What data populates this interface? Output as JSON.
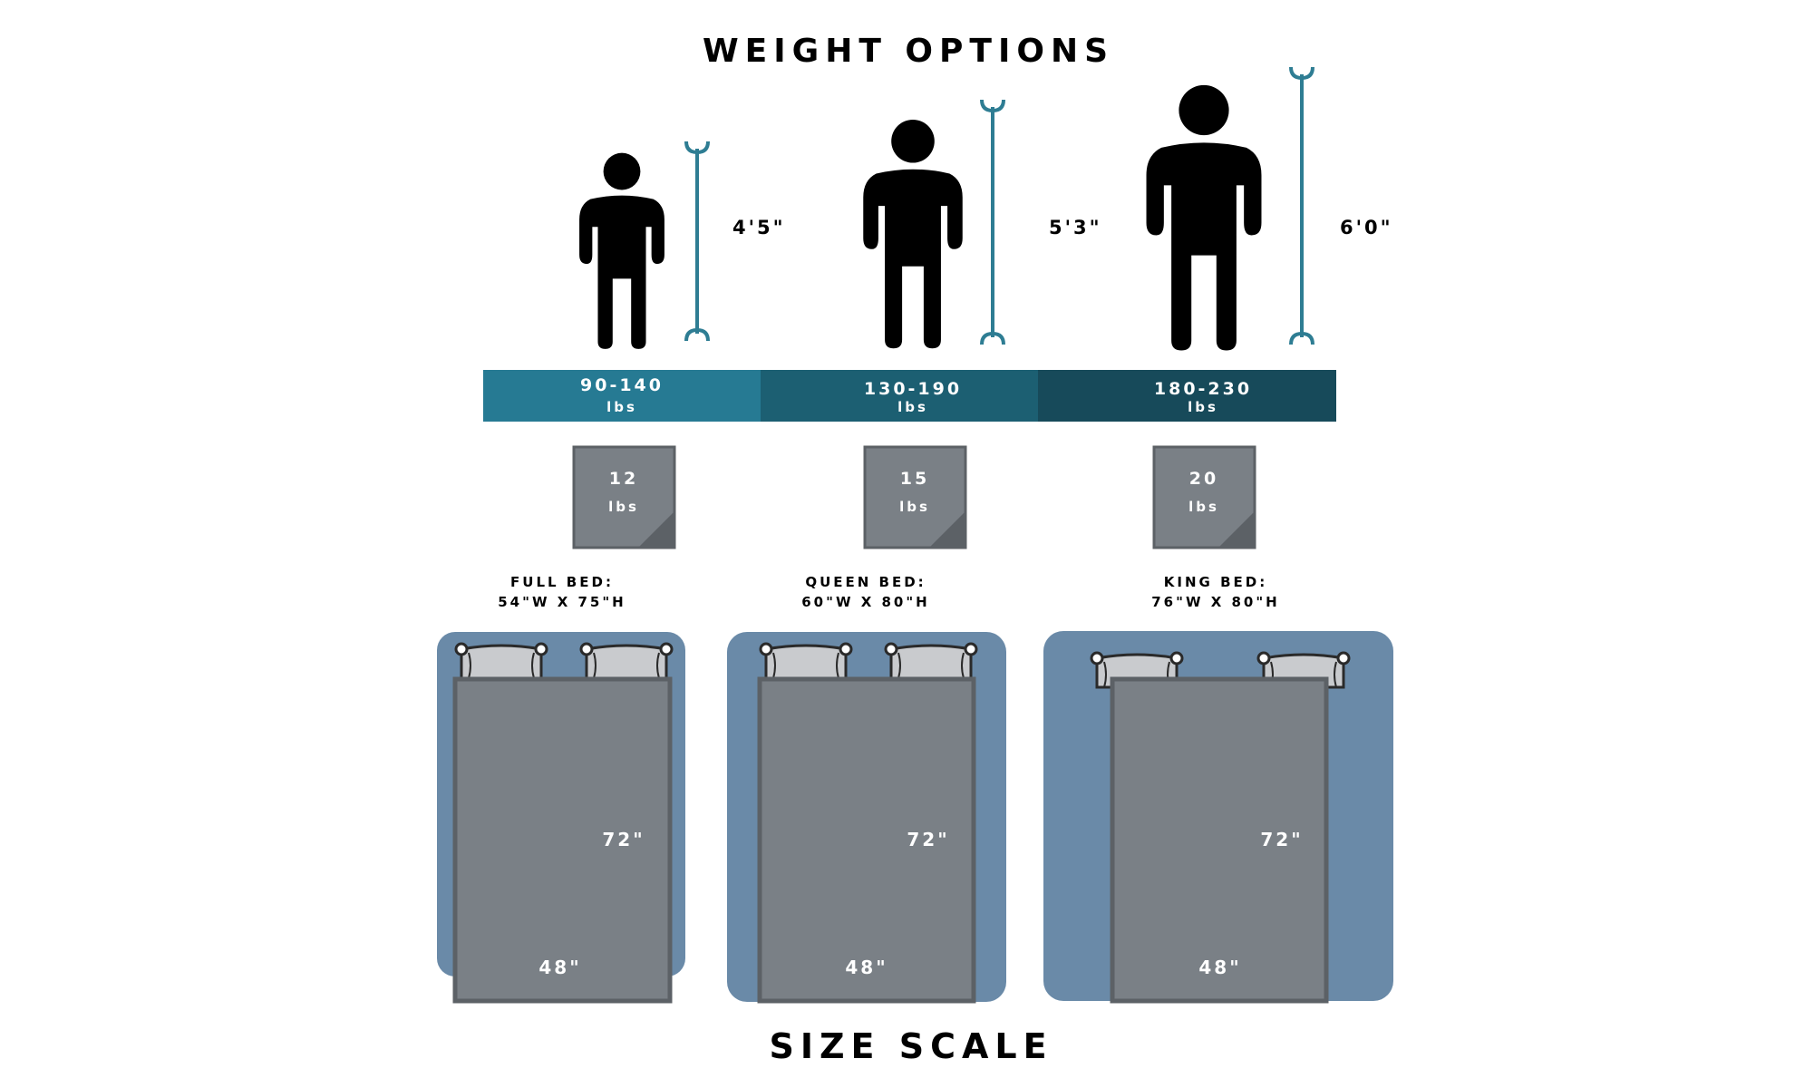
{
  "title": "WEIGHT OPTIONS",
  "footer_title": "SIZE SCALE",
  "colors": {
    "figure": "#000000",
    "height_marker": "#2e7d93",
    "band_1": "#267a93",
    "band_2": "#1c5f72",
    "band_3": "#174a5a",
    "blanket": "#7a8086",
    "blanket_border": "#5c6166",
    "blanket_fold": "#5c6166",
    "bed_frame": "#6a8aa8",
    "pillow": "#c9cbce",
    "pillow_outline": "#2a2a2a"
  },
  "options": [
    {
      "figure_icon": "person-icon",
      "height": "4'5\"",
      "weight_range": "90-140",
      "weight_unit": "lbs",
      "blanket_weight": "12",
      "blanket_unit": "lbs",
      "bed_name": "FULL BED:",
      "bed_size": "54\"W X 75\"H",
      "blanket_length": "72\"",
      "blanket_width": "48\""
    },
    {
      "figure_icon": "person-icon",
      "height": "5'3\"",
      "weight_range": "130-190",
      "weight_unit": "lbs",
      "blanket_weight": "15",
      "blanket_unit": "lbs",
      "bed_name": "QUEEN BED:",
      "bed_size": "60\"W X 80\"H",
      "blanket_length": "72\"",
      "blanket_width": "48\""
    },
    {
      "figure_icon": "person-icon",
      "height": "6'0\"",
      "weight_range": "180-230",
      "weight_unit": "lbs",
      "blanket_weight": "20",
      "blanket_unit": "lbs",
      "bed_name": "KING BED:",
      "bed_size": "76\"W X 80\"H",
      "blanket_length": "72\"",
      "blanket_width": "48\""
    }
  ]
}
